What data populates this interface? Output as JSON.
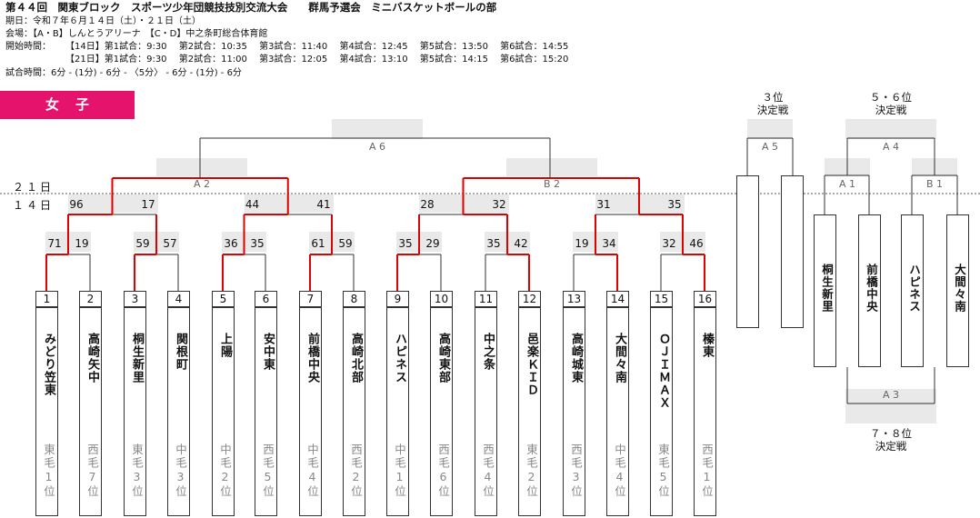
{
  "header": {
    "title": "第４４回　関東ブロック　スポーツ少年団競技技別交流大会　　群馬予選会　ミニバスケットボールの部",
    "dates": "期日：令和７年６月１４日（土）・２１日（土）",
    "venue": "会場：【A・B】しんとうアリーナ　【C・D】中之条町総合体育館",
    "start_label": "開始時間：",
    "start_14": "【14日】第1試合：9:30　 第2試合：10:35　 第3試合：11:40　 第4試合：12:45　 第5試合：13:50　 第6試合：14:55",
    "start_21": "【21日】第1試合：9:30　 第2試合：11:00　 第3試合：12:05　 第4試合：13:10　 第5試合：14:15　 第6試合：15:20",
    "game_time": "試合時間：6分 - (1分) - 6分 - 〈5分〉 - 6分 - (1分) - 6分"
  },
  "category": "女子",
  "days": {
    "day21": "２１日",
    "day14": "１４日"
  },
  "games": {
    "final": "A 6",
    "semi_left": "A 2",
    "semi_right": "B 2",
    "third": "A 5",
    "fifth": "A 4",
    "fifth_a": "A 1",
    "fifth_b": "B 1",
    "seventh": "A 3"
  },
  "placements": {
    "third": "３位\n決定戦",
    "fifth": "５・６位\n決定戦",
    "seventh": "７・８位\n決定戦"
  },
  "teams": [
    {
      "num": "1",
      "name": "みどり笠東",
      "seed": "東毛1位"
    },
    {
      "num": "2",
      "name": "高崎矢中",
      "seed": "西毛7位"
    },
    {
      "num": "3",
      "name": "桐生新里",
      "seed": "東毛3位"
    },
    {
      "num": "4",
      "name": "関根町",
      "seed": "中毛3位"
    },
    {
      "num": "5",
      "name": "上陽",
      "seed": "中毛2位"
    },
    {
      "num": "6",
      "name": "安中東",
      "seed": "西毛5位"
    },
    {
      "num": "7",
      "name": "前橋中央",
      "seed": "中毛4位"
    },
    {
      "num": "8",
      "name": "高崎北部",
      "seed": "西毛2位"
    },
    {
      "num": "9",
      "name": "ハピネス",
      "seed": "中毛1位"
    },
    {
      "num": "10",
      "name": "高崎東部",
      "seed": "西毛6位"
    },
    {
      "num": "11",
      "name": "中之条",
      "seed": "西毛4位"
    },
    {
      "num": "12",
      "name": "邑楽ＫＩＤ",
      "seed": "東毛2位"
    },
    {
      "num": "13",
      "name": "高崎城東",
      "seed": "西毛3位"
    },
    {
      "num": "14",
      "name": "大間々南",
      "seed": "中毛4位"
    },
    {
      "num": "15",
      "name": "ＯＪＩＭＡＸ",
      "seed": "東毛5位"
    },
    {
      "num": "16",
      "name": "榛東",
      "seed": "西毛1位"
    }
  ],
  "r1_scores": [
    "71",
    "19",
    "59",
    "57",
    "36",
    "35",
    "61",
    "59",
    "35",
    "29",
    "35",
    "42",
    "19",
    "34",
    "32",
    "46"
  ],
  "r2_scores": [
    "96",
    "17",
    "44",
    "41",
    "28",
    "32",
    "31",
    "35"
  ],
  "fifth_teams": [
    "桐生新里",
    "前橋中央",
    "ハピネス",
    "大間々南"
  ],
  "colors": {
    "accent": "#e5136b",
    "win": "#e00000",
    "shade": "#e9e9e9"
  }
}
